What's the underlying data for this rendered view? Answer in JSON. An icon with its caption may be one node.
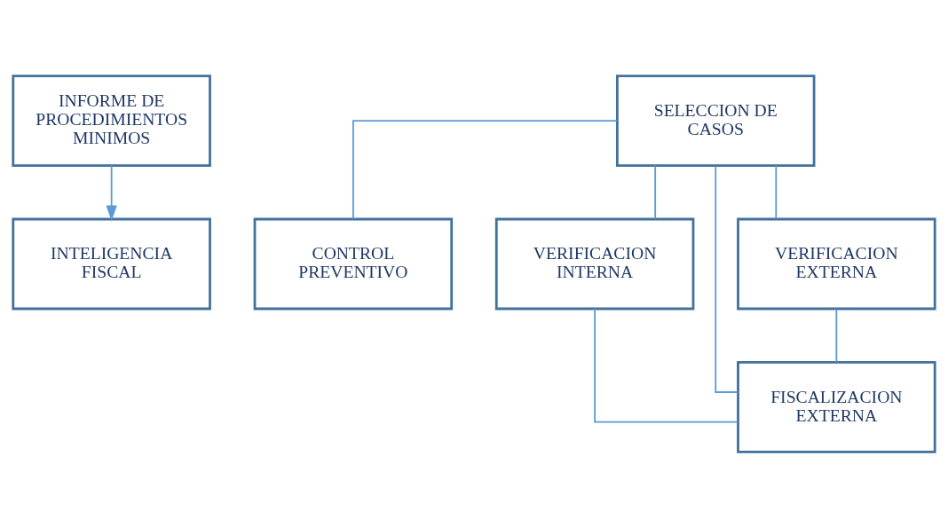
{
  "diagram": {
    "nodes": [
      {
        "text": [
          "INFORME DE PROCEDIMIENTOS MINIMOS"
        ]
      },
      {
        "text": [
          "INTELIGENCIA FISCAL"
        ]
      },
      {
        "text": [
          "SELECCION DE CASOS"
        ]
      },
      {
        "text": [
          "CONTROL PREVENTIVO"
        ]
      },
      {
        "text": [
          "VERIFICACION INTERNA"
        ]
      },
      {
        "text": [
          "VERIFICACION EXTERNA"
        ]
      },
      {
        "text": [
          "FISCALIZACION EXTERNA"
        ]
      }
    ],
    "edges": [
      {
        "from": 0,
        "to": 1,
        "arrow": "to"
      },
      {
        "from": 2,
        "to": 3,
        "arrow": "none"
      },
      {
        "from": 2,
        "to": 4,
        "arrow": "none"
      },
      {
        "from": 2,
        "to": 5,
        "arrow": "none"
      },
      {
        "from": 2,
        "to": 6,
        "arrow": "none"
      },
      {
        "from": 4,
        "to": 6,
        "arrow": "none"
      },
      {
        "from": 5,
        "to": 6,
        "arrow": "none"
      }
    ]
  }
}
